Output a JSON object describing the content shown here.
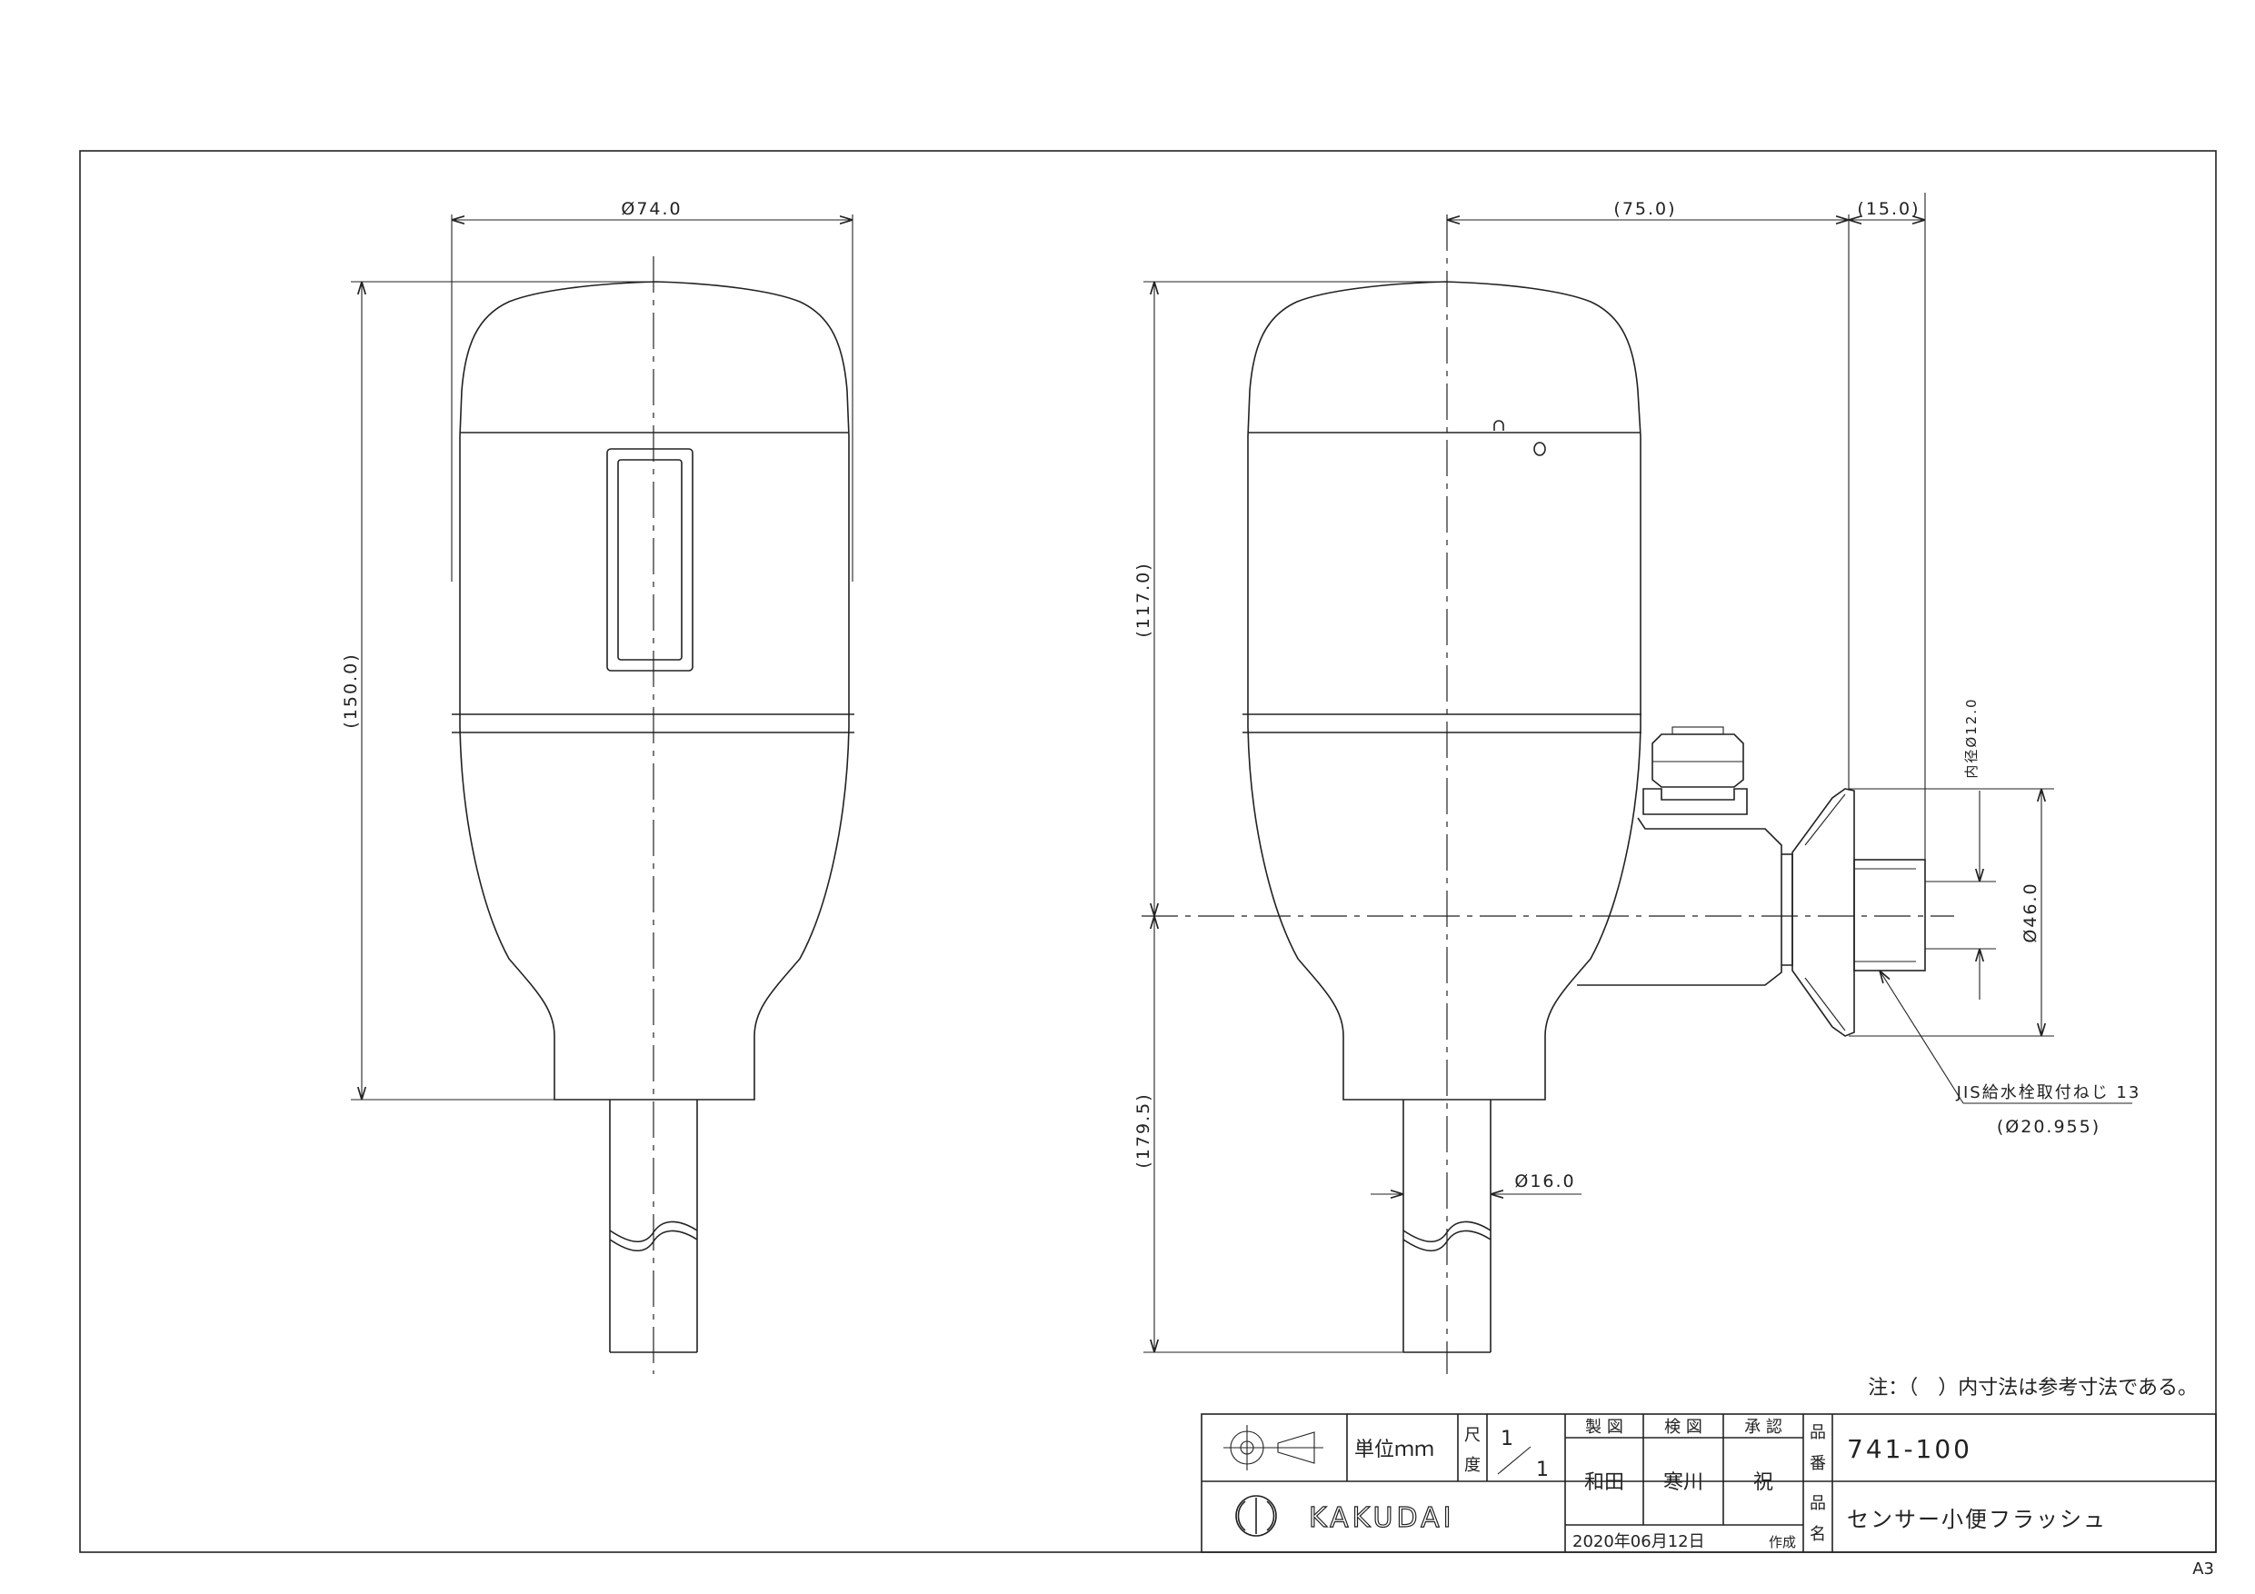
{
  "dimensions": {
    "front_width": "Ø74.0",
    "front_height": "(150.0)",
    "side_offset": "(75.0)",
    "side_thread_len": "(15.0)",
    "side_upper_height": "(117.0)",
    "side_lower_height": "(179.5)",
    "pipe_diameter": "Ø16.0",
    "inner_diameter": "内径Ø12.0",
    "flange_diameter": "Ø46.0",
    "thread_spec": "JIS給水栓取付ねじ 13",
    "thread_diameter": "(Ø20.955)"
  },
  "note": "注：（　）内寸法は参考寸法である。",
  "title_block": {
    "unit_label": "単位ｍｍ",
    "scale_label_1": "尺",
    "scale_label_2": "度",
    "scale_num": "1",
    "scale_den": "1",
    "drawn_label": "製 図",
    "checked_label": "検 図",
    "approved_label": "承 認",
    "drawn_by": "和田",
    "checked_by": "寒川",
    "approved_by": "祝",
    "part_no_label_1": "品",
    "part_no_label_2": "番",
    "part_no": "741-100",
    "part_name_label_1": "品",
    "part_name_label_2": "名",
    "part_name": "センサー小便フラッシュ",
    "date": "2020年06月12日",
    "date_suffix": "作成",
    "company": "KAKUDAI"
  },
  "sheet_size": "A3"
}
